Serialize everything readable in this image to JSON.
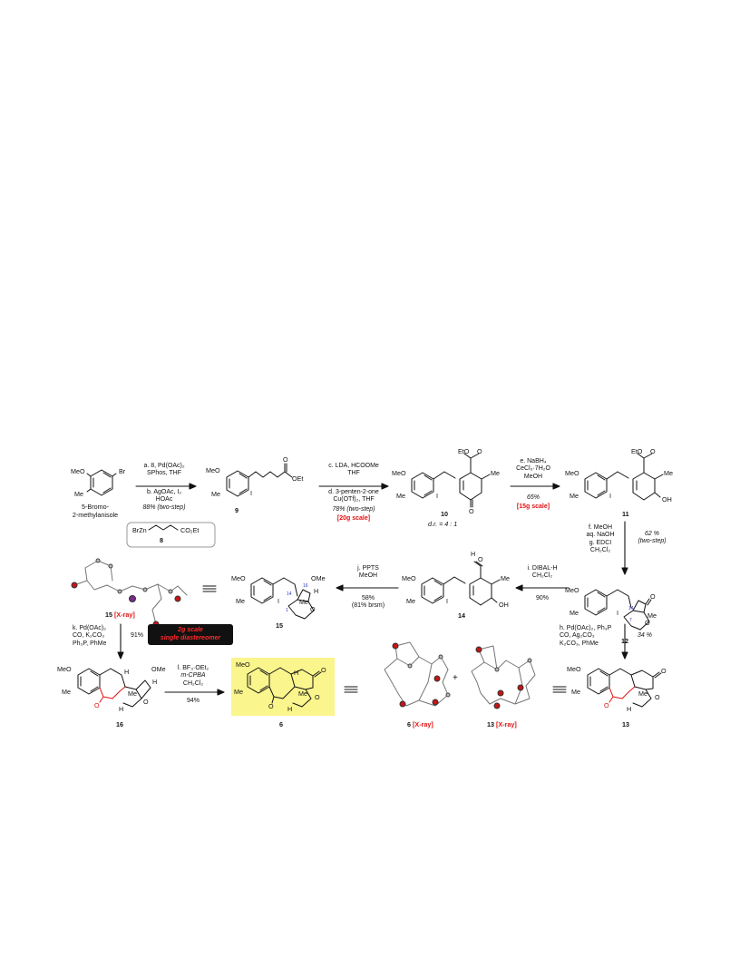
{
  "compounds": {
    "start_name_line1": "5-Bromo-",
    "start_name_line2": "2-methylanisole",
    "c8": "8",
    "c9": "9",
    "c10": "10",
    "c10_dr": "d.r. = 4 : 1",
    "c11": "11",
    "c12": "12",
    "c14": "14",
    "c15": "15",
    "c15_xray_num": "15",
    "c15_xray_tag": "[X-ray]",
    "c16": "16",
    "c6": "6",
    "c6_xray_num": "6",
    "c6_xray_tag": "[X-ray]",
    "c13_xray_num": "13",
    "c13_xray_tag": "[X-ray]",
    "c13": "13",
    "plus": "+",
    "equiv": "≡"
  },
  "atoms": {
    "MeO": "MeO",
    "Me": "Me",
    "Br": "Br",
    "I": "I",
    "EtO": "EtO",
    "OEt": "OEt",
    "O": "O",
    "OH": "OH",
    "H": "H",
    "OMe": "OMe",
    "BrZn": "BrZn",
    "CO2Et": "CO₂Et"
  },
  "atom_numbers": {
    "n16": "16",
    "n14": "14",
    "n7": "7",
    "n1": "1"
  },
  "reactions": {
    "step_ab": {
      "line1": "a. 8, Pd(OAc)₂",
      "line2": "SPhos, THF",
      "line3": "b. AgOAc, I₂",
      "line4": "HOAc",
      "yield": "88% (two-step)"
    },
    "step_cd": {
      "line1": "c. LDA, HCOOMe",
      "line2": "THF",
      "line3": "d. 3-penten-2-one",
      "line4": "Cu(OTf)₂, THF",
      "yield": "78% (two-step)",
      "scale": "[20g scale]"
    },
    "step_e": {
      "line1": "e. NaBH₄",
      "line2": "CeCl₃·7H₂O",
      "line3": "MeOH",
      "yield": "65%",
      "scale": "[15g scale]"
    },
    "step_fg": {
      "line1": "f. MeOH",
      "line2": "aq. NaOH",
      "line3": "g. EDCI",
      "line4": "CH₂Cl₂",
      "yield": "62 %",
      "yield2": "(two-step)"
    },
    "step_i": {
      "line1": "i. DIBAL-H",
      "line2": "CH₂Cl₂",
      "yield": "90%"
    },
    "step_j": {
      "line1": "j. PPTS",
      "line2": "MeOH",
      "yield": "58%",
      "yield2": "(81% brsm)"
    },
    "step_k": {
      "line1": "k. Pd(OAc)₂",
      "line2": "CO, K₂CO₃",
      "line3": "Ph₃P, PhMe",
      "yield": "91%"
    },
    "step_h": {
      "line1": "h. Pd(OAc)₂, Ph₃P",
      "line2": "CO, Ag₂CO₃",
      "line3": "K₂CO₃, PhMe",
      "yield": "34 %"
    },
    "step_l": {
      "line1": "l. BF₃·OEt₂",
      "line2": "m-CPBA",
      "line3": "CH₂Cl₂",
      "yield": "94%"
    },
    "badge_line1": "2g scale",
    "badge_line2": "single diastereomer"
  },
  "colors": {
    "highlight": "#faf58c",
    "red": "#e01010",
    "blue": "#2a37c9",
    "atom_O": "#c81414",
    "atom_I": "#7a2a8c"
  }
}
